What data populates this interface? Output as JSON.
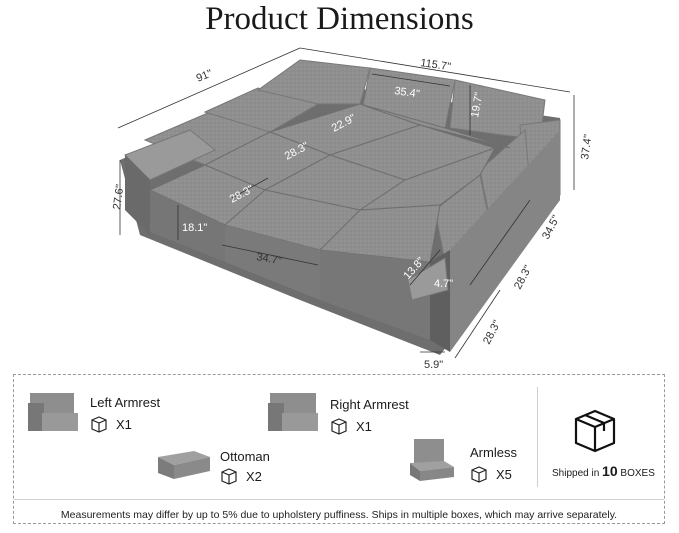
{
  "title": "Product Dimensions",
  "dimensions": {
    "total_depth": "91\"",
    "total_width": "115.7\"",
    "back_width": "35.4\"",
    "back_height": "19.7\"",
    "seat_depth_top": "22.9\"",
    "seat_depth_mid": "28.3\"",
    "seat_depth_left": "28.3\"",
    "overall_height": "37.4\"",
    "side_height": "27.6\"",
    "seat_height": "18.1\"",
    "seat_width": "34.7\"",
    "arm_depth": "34.5\"",
    "right_seat_a": "28.3\"",
    "right_seat_b": "28.3\"",
    "arm_height": "13.8\"",
    "arm_top_width": "4.7\"",
    "arm_width": "5.9\""
  },
  "components": [
    {
      "label": "Left Armrest",
      "qty": "X1"
    },
    {
      "label": "Right Armrest",
      "qty": "X1"
    },
    {
      "label": "Ottoman",
      "qty": "X2"
    },
    {
      "label": "Armless",
      "qty": "X5"
    }
  ],
  "shipping": {
    "prefix": "Shipped in",
    "count": "10",
    "suffix": "BOXES"
  },
  "note": "Measurements may differ by up to 5% due to upholstery puffiness. Ships in multiple boxes, which may arrive separately.",
  "colors": {
    "sofa": "#8e8e8e",
    "sofa_dark": "#6f6f6f",
    "sofa_light": "#a9a9a9",
    "line": "#333333"
  }
}
